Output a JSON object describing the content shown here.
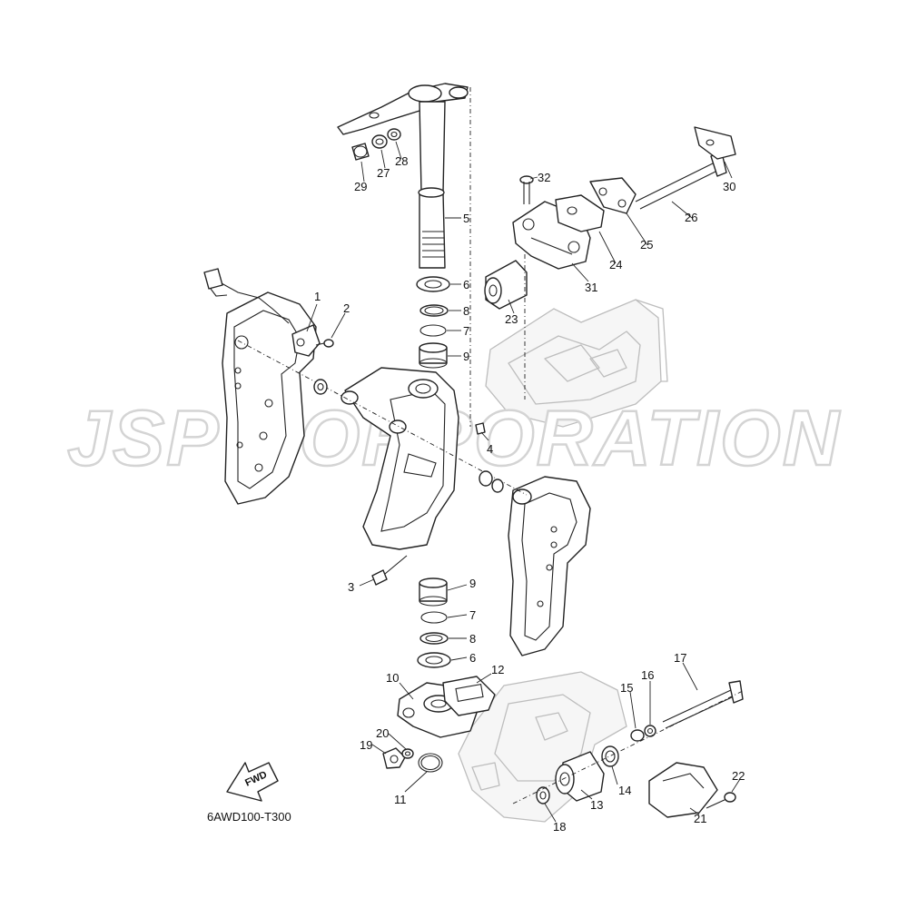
{
  "watermark": "JSP CORPORATION",
  "diagram_code": "6AWD100-T300",
  "direction_label": "FWD",
  "callouts": {
    "c1": "1",
    "c2": "2",
    "c3": "3",
    "c4": "4",
    "c5": "5",
    "c6a": "6",
    "c6b": "6",
    "c7a": "7",
    "c7b": "7",
    "c8a": "8",
    "c8b": "8",
    "c9a": "9",
    "c9b": "9",
    "c10": "10",
    "c11": "11",
    "c12": "12",
    "c13": "13",
    "c14": "14",
    "c15": "15",
    "c16": "16",
    "c17": "17",
    "c18": "18",
    "c19": "19",
    "c20": "20",
    "c21": "21",
    "c22": "22",
    "c23": "23",
    "c24": "24",
    "c25": "25",
    "c26": "26",
    "c27": "27",
    "c28": "28",
    "c29": "29",
    "c30": "30",
    "c31": "31",
    "c32": "32"
  }
}
